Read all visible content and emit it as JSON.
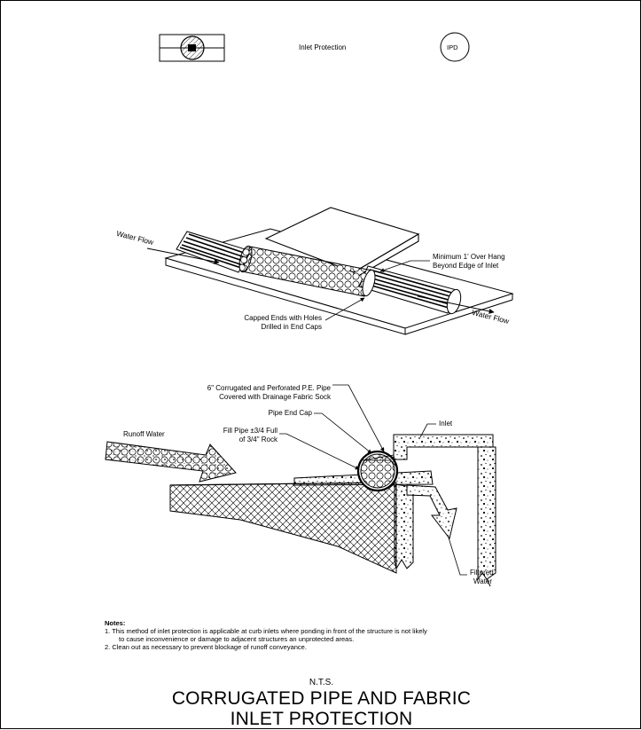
{
  "legend": {
    "name": "Inlet Protection",
    "code": "IPD"
  },
  "iso_view": {
    "water_flow_left": "Water Flow",
    "water_flow_right": "Water Flow",
    "overhang_line1": "Minimum 1' Over Hang",
    "overhang_line2": "Beyond Edge of Inlet",
    "capped_line1": "Capped Ends with Holes",
    "capped_line2": "Drilled in End Caps"
  },
  "section_view": {
    "pipe_line1": "6\" Corrugated and Perforated P.E. Pipe",
    "pipe_line2": "Covered with Drainage Fabric Sock",
    "end_cap": "Pipe End Cap",
    "fill_line1": "Fill Pipe ±3/4 Full",
    "fill_line2": "of 3/4\" Rock",
    "inlet": "Inlet",
    "runoff": "Runoff Water",
    "filtered_line1": "Filtered",
    "filtered_line2": "Water"
  },
  "notes": {
    "heading": "Notes:",
    "note1_line1": "1. This method of inlet protection is applicable at curb inlets where ponding in front of the structure is not likely",
    "note1_line2": "to cause inconvenience or damage to adjacent structures an unprotected areas.",
    "note2": "2. Clean out as necessary to prevent blockage of runoff conveyance."
  },
  "footer": {
    "scale": "N.T.S.",
    "title_line1": "CORRUGATED PIPE AND FABRIC",
    "title_line2": "INLET PROTECTION"
  }
}
